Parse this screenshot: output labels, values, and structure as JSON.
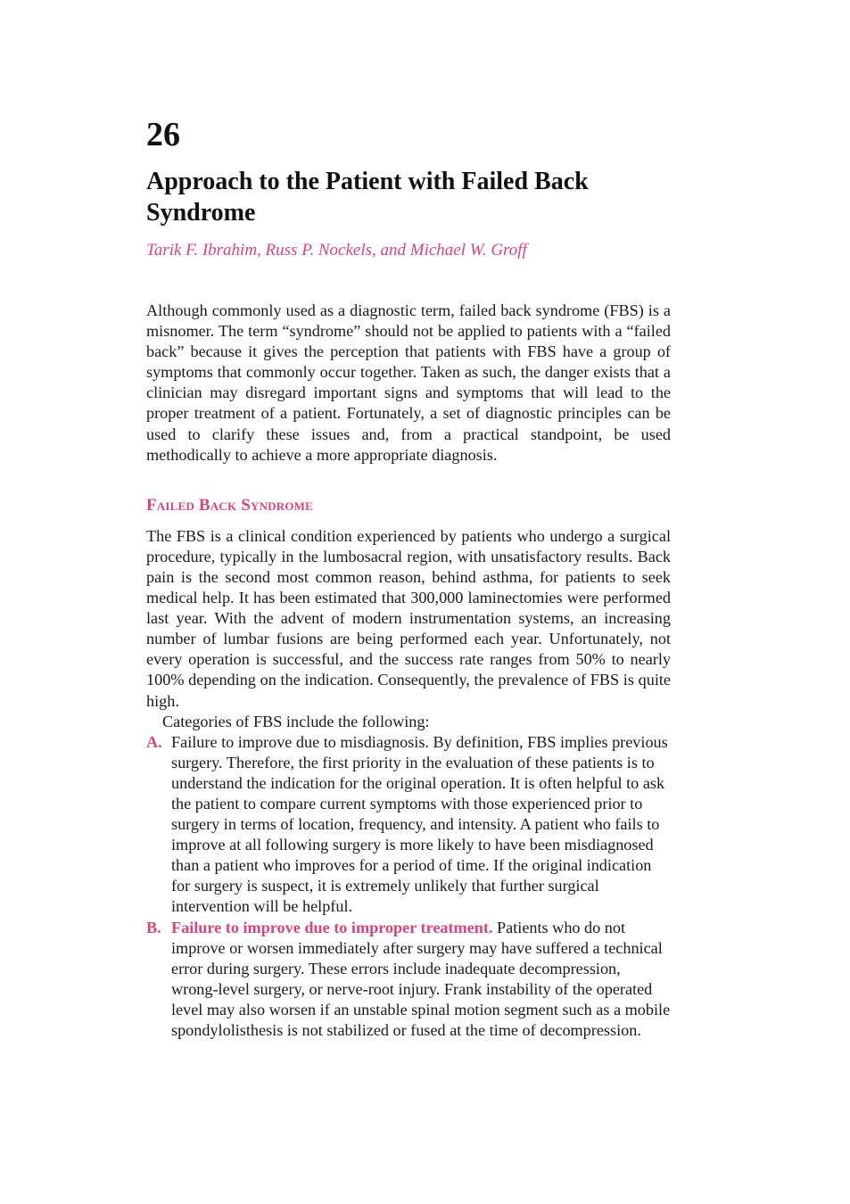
{
  "chapter": {
    "number": "26",
    "title": "Approach to the Patient with Failed Back Syndrome",
    "authors": "Tarik F. Ibrahim, Russ P. Nockels, and Michael W. Groff"
  },
  "intro": "Although commonly used as a diagnostic term, failed back syndrome (FBS) is a misnomer. The term “syndrome” should not be applied to patients with a “failed back” because it gives the perception that patients with FBS have a group of symptoms that commonly occur together. Taken as such, the danger exists that a clinician may disregard important signs and symptoms that will lead to the proper treatment of a patient. Fortunately, a set of diagnostic principles can be used to clarify these issues and, from a practical standpoint, be used methodically to achieve a more appropriate diagnosis.",
  "section": {
    "heading": "Failed Back Syndrome",
    "paragraph": "The FBS is a clinical condition experienced by patients who undergo a surgical procedure, typically in the lumbosacral region, with unsatisfactory results. Back pain is the second most common reason, behind asthma, for patients to seek medical help. It has been estimated that 300,000 laminectomies were performed last year. With the advent of modern instrumentation systems, an increasing number of lumbar fusions are being performed each year. Unfortunately, not every operation is successful, and the success rate ranges from 50% to nearly 100% depending on the indication. Consequently, the prevalence of FBS is quite high.",
    "categories_intro": "Categories of FBS include the following:",
    "items": [
      {
        "marker": "A.",
        "lead": "",
        "text": "Failure to improve due to misdiagnosis. By definition, FBS implies previous surgery. Therefore, the first priority in the evaluation of these patients is to understand the indication for the original operation. It is often helpful to ask the patient to compare current symptoms with those experienced prior to surgery in terms of location, frequency, and intensity. A patient who fails to improve at all following surgery is more likely to have been misdiagnosed than a patient who improves for a period of time. If the original indication for surgery is suspect, it is extremely unlikely that further surgical intervention will be helpful."
      },
      {
        "marker": "B.",
        "lead": "Failure to improve due to improper treatment.",
        "text": " Patients who do not improve or worsen immediately after surgery may have suffered a technical error during surgery. These errors include inadequate decompression, wrong-level surgery, or nerve-root injury. Frank instability of the operated level may also worsen if an unstable spinal motion segment such as a mobile spondylolisthesis is not stabilized or fused at the time of decompression."
      }
    ]
  },
  "colors": {
    "accent": "#d6457f",
    "text": "#1a1a1a"
  }
}
